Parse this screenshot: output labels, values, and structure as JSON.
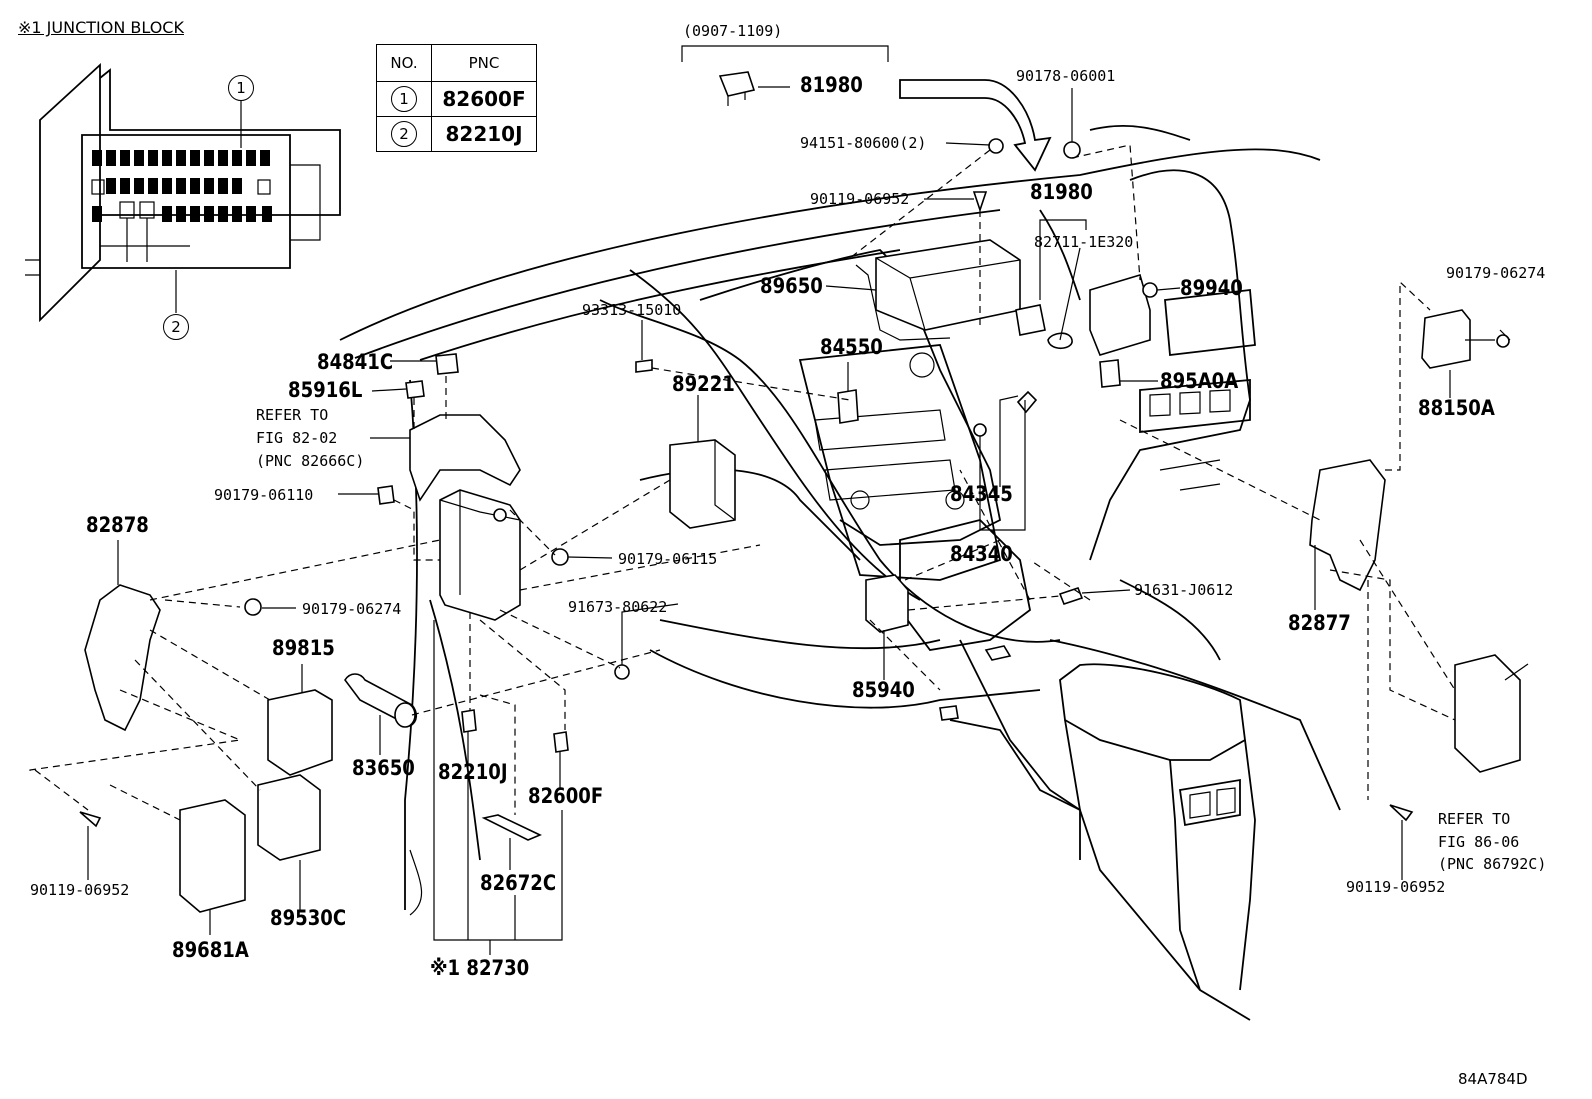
{
  "header": {
    "junction_block_title": "※1 JUNCTION BLOCK",
    "date_range": "(0907-1109)",
    "diagram_code": "84A784D"
  },
  "pnc_table": {
    "headers": [
      "NO.",
      "PNC"
    ],
    "rows": [
      {
        "no": "1",
        "pnc": "82600F"
      },
      {
        "no": "2",
        "pnc": "82210J"
      }
    ]
  },
  "callouts": {
    "jb_1": "1",
    "jb_2": "2"
  },
  "parts": {
    "p81980_top": "81980",
    "p81980_mid": "81980",
    "p90178": "90178-06001",
    "p94151": "94151-80600(2)",
    "p90119_top": "90119-06952",
    "p82711": "82711-1E320",
    "p89650": "89650",
    "p89940": "89940",
    "p93313": "93313-15010",
    "p84550": "84550",
    "p89221": "89221",
    "p895a0a": "895A0A",
    "p84841c": "84841C",
    "p85916l": "85916L",
    "p90179_06110": "90179-06110",
    "p84345": "84345",
    "p84340": "84340",
    "p90179_06115": "90179-06115",
    "p82878": "82878",
    "p90179_06274_left": "90179-06274",
    "p91673": "91673-80622",
    "p91631": "91631-J0612",
    "p82877": "82877",
    "p90179_06274_right": "90179-06274",
    "p88150a": "88150A",
    "p89815": "89815",
    "p85940": "85940",
    "p83650": "83650",
    "p82210j": "82210J",
    "p82600f": "82600F",
    "p82672c": "82672C",
    "p82730": "※1 82730",
    "p89530c": "89530C",
    "p89681a": "89681A",
    "p90119_left": "90119-06952",
    "p90119_right": "90119-06952"
  },
  "refer_left": {
    "line1": "REFER TO",
    "line2": "FIG 82-02",
    "line3": "(PNC 82666C)"
  },
  "refer_right": {
    "line1": "REFER TO",
    "line2": "FIG 86-06",
    "line3": "(PNC 86792C)"
  }
}
